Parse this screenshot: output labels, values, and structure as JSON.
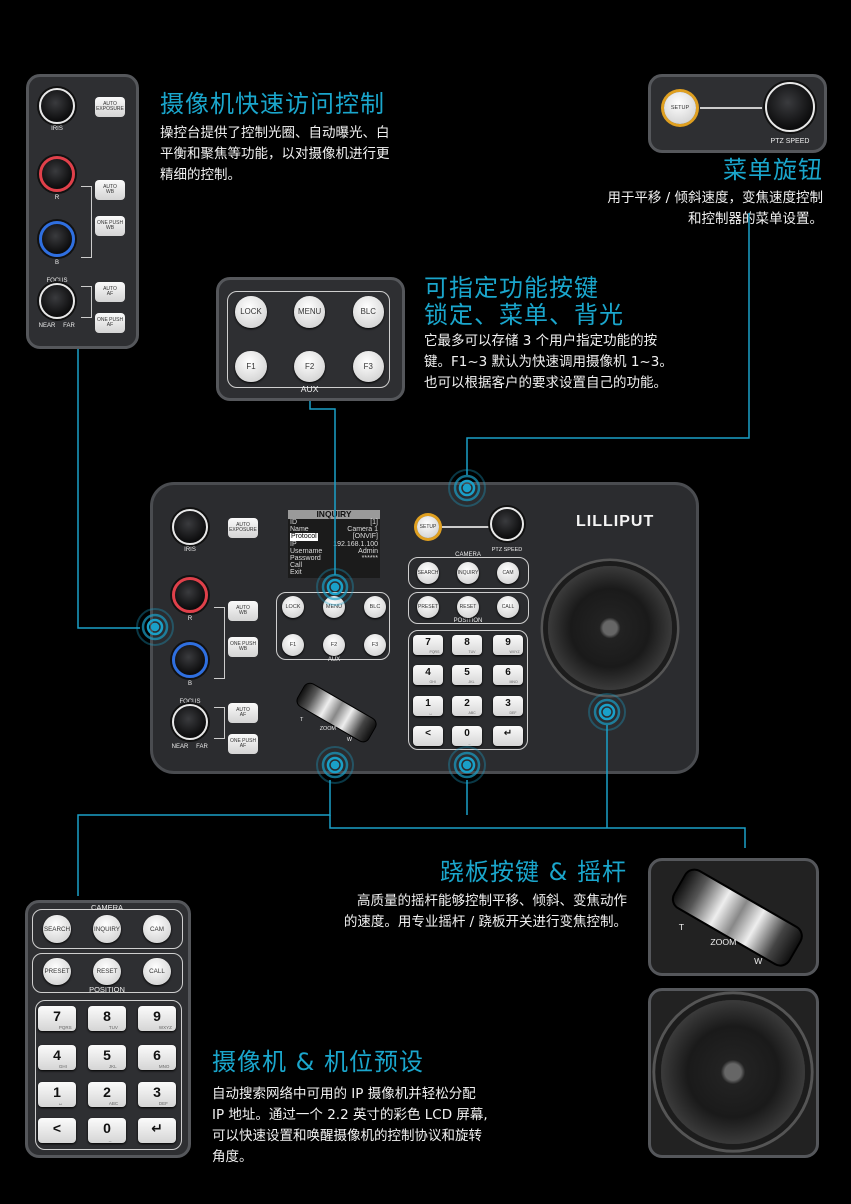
{
  "sections": {
    "quick_access": {
      "title": "摄像机快速访问控制",
      "body": [
        "操控台提供了控制光圈、自动曝光、白",
        "平衡和聚焦等功能，以对摄像机进行更",
        "精细的控制。"
      ]
    },
    "menu_knob": {
      "title": "菜单旋钮",
      "body": [
        "用于平移 / 倾斜速度，变焦速度控制",
        "和控制器的菜单设置。"
      ]
    },
    "assignable": {
      "title": [
        "可指定功能按键",
        "锁定、菜单、背光"
      ],
      "body": [
        "它最多可以存储 3 个用户指定功能的按",
        "键。F1~3 默认为快速调用摄像机 1~3。",
        "也可以根据客户的要求设置自己的功能。"
      ]
    },
    "joystick": {
      "title": "跷板按键 & 摇杆",
      "body": [
        "高质量的摇杆能够控制平移、倾斜、变焦动作",
        "的速度。用专业摇杆 / 跷板开关进行变焦控制。"
      ]
    },
    "presets": {
      "title": "摄像机 & 机位预设",
      "body": [
        "自动搜索网络中可用的 IP 摄像机并轻松分配",
        "IP 地址。通过一个 2.2 英寸的彩色 LCD 屏幕,",
        "可以快速设置和唤醒摄像机的控制协议和旋转",
        "角度。"
      ]
    }
  },
  "controls": {
    "iris": "IRIS",
    "auto_exposure": "AUTO\nEXPOSURE",
    "r": "R",
    "b": "B",
    "auto_wb": "AUTO\nWB",
    "one_push_wb": "ONE PUSH\nWB",
    "focus": "FOCUS",
    "near": "NEAR",
    "far": "FAR",
    "auto_af": "AUTO\nAF",
    "one_push_af": "ONE PUSH\nAF",
    "setup": "SETUP",
    "ptz_speed": "PTZ SPEED",
    "lock": "LOCK",
    "menu": "MENU",
    "blc": "BLC",
    "f1": "F1",
    "f2": "F2",
    "f3": "F3",
    "aux": "AUX",
    "camera": "CAMERA",
    "search": "SEARCH",
    "inquiry": "INQUIRY",
    "cam": "CAM",
    "preset": "PRESET",
    "reset": "RESET",
    "call": "CALL",
    "position": "POSITION",
    "zoom": "ZOOM",
    "t": "T",
    "w": "W"
  },
  "keypad": [
    {
      "digit": "7",
      "sub": "PQRS"
    },
    {
      "digit": "8",
      "sub": "TUV"
    },
    {
      "digit": "9",
      "sub": "WXYZ"
    },
    {
      "digit": "4",
      "sub": "GHI"
    },
    {
      "digit": "5",
      "sub": "JKL"
    },
    {
      "digit": "6",
      "sub": "MNO"
    },
    {
      "digit": "1",
      "sub": "␣"
    },
    {
      "digit": "2",
      "sub": "ABC"
    },
    {
      "digit": "3",
      "sub": "DEF"
    },
    {
      "digit": "<",
      "sub": ""
    },
    {
      "digit": "0",
      "sub": "_"
    },
    {
      "digit": "↵",
      "sub": ""
    }
  ],
  "brand": "LILLIPUT",
  "lcd": {
    "title": "INQUIRY",
    "rows": [
      {
        "k": "ID",
        "v": "[1]"
      },
      {
        "k": "Name",
        "v": "Camera 1"
      },
      {
        "k": "Protocol",
        "v": "[ONVIF]"
      },
      {
        "k": "IP",
        "v": "192.168.1.100"
      },
      {
        "k": "Username",
        "v": "Admin"
      },
      {
        "k": "Password",
        "v": "******"
      },
      {
        "k": "Call",
        "v": ""
      },
      {
        "k": "Exit",
        "v": ""
      }
    ]
  },
  "colors": {
    "accent": "#1aa6cc",
    "setup_ring": "#e0a020",
    "r_ring": "#e0404a",
    "b_ring": "#2f6fe0"
  }
}
